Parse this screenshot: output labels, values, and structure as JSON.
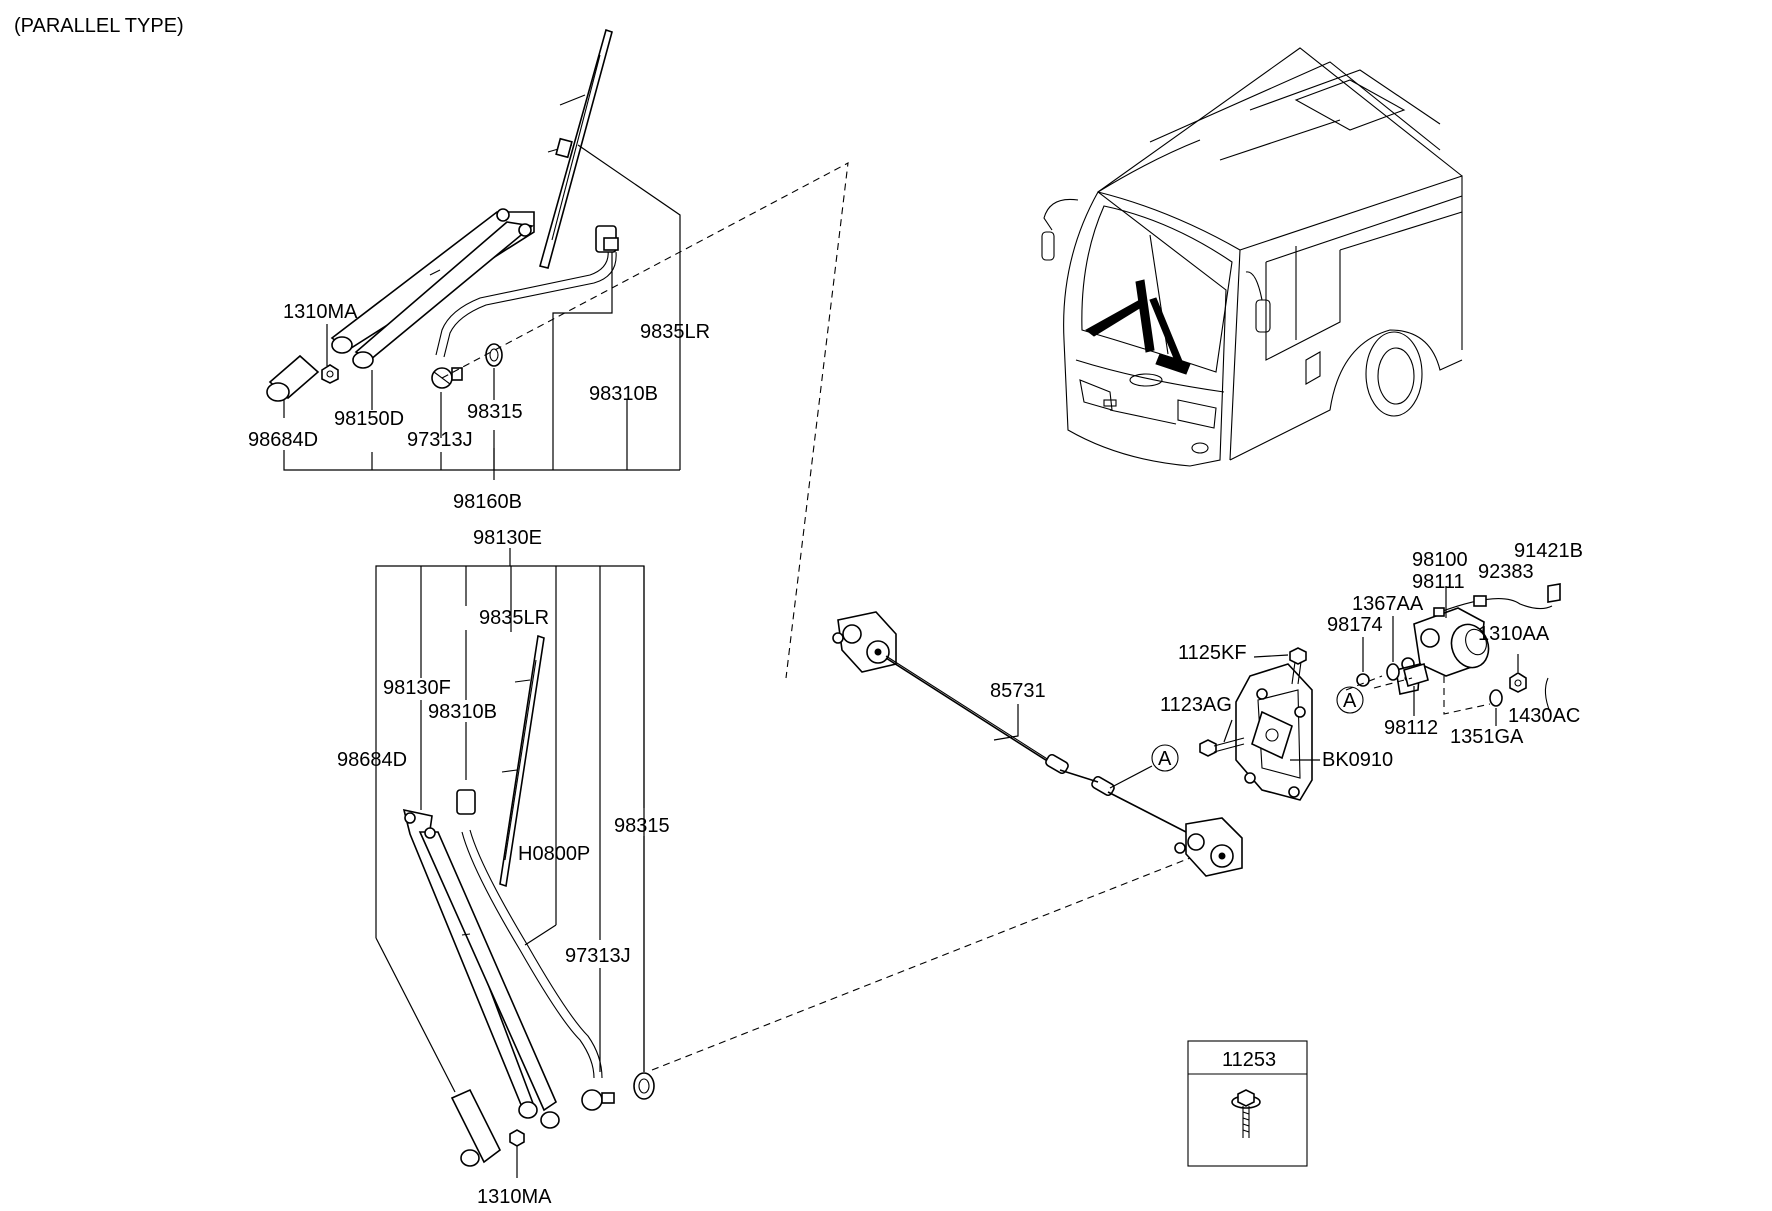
{
  "header": {
    "title": "(PARALLEL TYPE)"
  },
  "labels": {
    "upper": {
      "l1310ma": "1310MA",
      "l98684d": "98684D",
      "l98150d": "98150D",
      "l97313j": "97313J",
      "l98315": "98315",
      "l98310b": "98310B",
      "l9835lr": "9835LR",
      "l98160b": "98160B"
    },
    "lower": {
      "l98130e": "98130E",
      "l9835lr": "9835LR",
      "l98130f": "98130F",
      "l98310b": "98310B",
      "l98684d": "98684D",
      "l98315": "98315",
      "lh0800p": "H0800P",
      "l97313j": "97313J",
      "l1310ma": "1310MA"
    },
    "linkage": {
      "l85731": "85731",
      "ref_a": "A"
    },
    "motor": {
      "l1125kf": "1125KF",
      "l1123ag": "1123AG",
      "lbk0910": "BK0910",
      "ref_a": "A",
      "l98174": "98174",
      "l1367aa": "1367AA",
      "l98100": "98100",
      "l98111": "98111",
      "l92383": "92383",
      "l91421b": "91421B",
      "l1310aa": "1310AA",
      "l98112": "98112",
      "l1351ga": "1351GA",
      "l1430ac": "1430AC"
    },
    "box": {
      "l11253": "11253"
    }
  }
}
